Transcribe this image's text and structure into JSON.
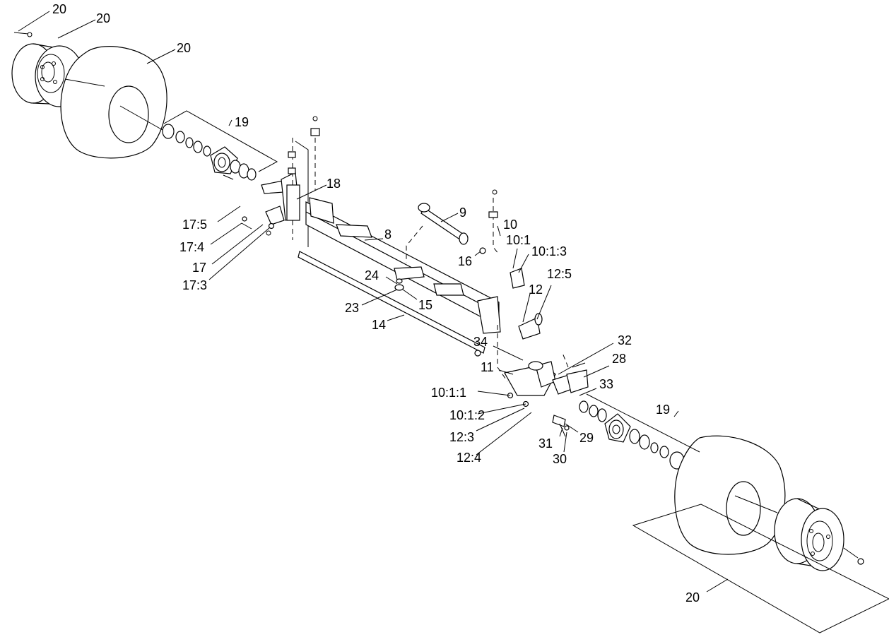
{
  "diagram": {
    "callouts": [
      {
        "id": "c20a",
        "label": "20"
      },
      {
        "id": "c20b",
        "label": "20"
      },
      {
        "id": "c20c",
        "label": "20"
      },
      {
        "id": "c19a",
        "label": "19"
      },
      {
        "id": "c18",
        "label": "18"
      },
      {
        "id": "c17_5",
        "label": "17:5"
      },
      {
        "id": "c17_4",
        "label": "17:4"
      },
      {
        "id": "c17",
        "label": "17"
      },
      {
        "id": "c17_3",
        "label": "17:3"
      },
      {
        "id": "c9",
        "label": "9"
      },
      {
        "id": "c8",
        "label": "8"
      },
      {
        "id": "c10",
        "label": "10"
      },
      {
        "id": "c10_1",
        "label": "10:1"
      },
      {
        "id": "c10_1_3",
        "label": "10:1:3"
      },
      {
        "id": "c16",
        "label": "16"
      },
      {
        "id": "c24",
        "label": "24"
      },
      {
        "id": "c23",
        "label": "23"
      },
      {
        "id": "c15",
        "label": "15"
      },
      {
        "id": "c14",
        "label": "14"
      },
      {
        "id": "c12",
        "label": "12"
      },
      {
        "id": "c12_5",
        "label": "12:5"
      },
      {
        "id": "c34",
        "label": "34"
      },
      {
        "id": "c32",
        "label": "32"
      },
      {
        "id": "c28",
        "label": "28"
      },
      {
        "id": "c11",
        "label": "11"
      },
      {
        "id": "c33",
        "label": "33"
      },
      {
        "id": "c10_1_1",
        "label": "10:1:1"
      },
      {
        "id": "c10_1_2",
        "label": "10:1:2"
      },
      {
        "id": "c19b",
        "label": "19"
      },
      {
        "id": "c12_3",
        "label": "12:3"
      },
      {
        "id": "c29",
        "label": "29"
      },
      {
        "id": "c31",
        "label": "31"
      },
      {
        "id": "c12_4",
        "label": "12:4"
      },
      {
        "id": "c30",
        "label": "30"
      },
      {
        "id": "c20d",
        "label": "20"
      }
    ]
  }
}
